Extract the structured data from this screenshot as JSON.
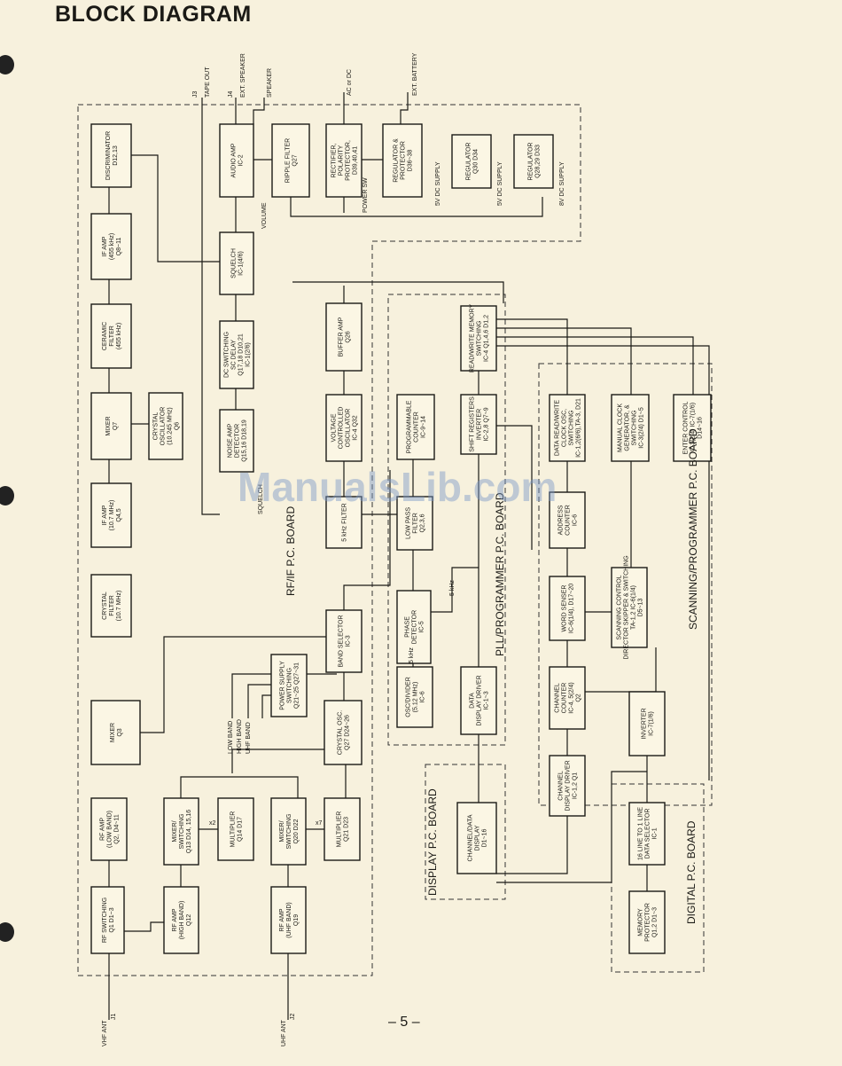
{
  "title": "BLOCK DIAGRAM",
  "page_number": "– 5 –",
  "watermark": "ManualsLib.com",
  "boards": {
    "rf_if": "RF/IF P.C. BOARD",
    "pll": "PLL/PROGRAMMER P.C. BOARD",
    "scanning": "SCANNING/PROGRAMMER P.C. BOARD",
    "display": "DISPLAY P.C. BOARD",
    "digital": "DIGITAL P.C. BOARD"
  },
  "blocks": {
    "discriminator": [
      "DISCRIMINATOR",
      "D12,13"
    ],
    "if_amp_455": [
      "IF AMP",
      "(455 kHz)",
      "Q8~11"
    ],
    "ceramic_filter": [
      "CERAMIC",
      "FILTER",
      "(455 kHz)"
    ],
    "mixer_q7": [
      "MIXER",
      "Q7"
    ],
    "crystal_osc": [
      "CRYSTAL",
      "OSCILLATOR",
      "(10.245 MHz)",
      "Q6"
    ],
    "if_amp_107": [
      "IF AMP",
      "(10.7 MHz)",
      "Q4,5"
    ],
    "crystal_filter": [
      "CRYSTAL",
      "FILTER",
      "(10.7 MHz)"
    ],
    "mixer_q3": [
      "MIXER",
      "Q3"
    ],
    "rf_amp_low": [
      "RF AMP",
      "(LOW BAND)",
      "Q2, D4~11"
    ],
    "rf_switching": [
      "RF SWITCHING",
      "Q1 D1~3"
    ],
    "rf_amp_high": [
      "RF AMP",
      "(HIGH BAND)",
      "Q12"
    ],
    "mixer_switching_1": [
      "MIXER/",
      "SWITCHING",
      "Q13 D14, 15,16"
    ],
    "multiplier_q14": [
      "MULTIPLIER",
      "Q14 D17"
    ],
    "mixer_switching_2": [
      "MIXER/",
      "SWITCHING",
      "Q20 D22"
    ],
    "multiplier_q21": [
      "MULTIPLIER",
      "Q21 D23"
    ],
    "rf_amp_uhf": [
      "RF AMP",
      "(UHF BAND)",
      "Q19"
    ],
    "audio_amp": [
      "AUDIO AMP",
      "IC-2"
    ],
    "ripple_filter": [
      "RIPPLE FILTER",
      "Q27"
    ],
    "rectifier": [
      "RECTIFIER,",
      "POLARITY",
      "PROTECTOR,",
      "D39,40,41"
    ],
    "regulator_1": [
      "REGULATOR &",
      "PROTECTOR",
      "D36~38"
    ],
    "regulator_2": [
      "REGULATOR",
      "Q30 D34"
    ],
    "regulator_3": [
      "REGULATOR",
      "Q28,29 D33"
    ],
    "squelch": [
      "SQUELCH",
      "IC-1(4/6)"
    ],
    "dc_switching": [
      "DC SWITCHING",
      "SC DELAY",
      "Q17,18 D10,21",
      "IC-1(2/6)"
    ],
    "noise_amp": [
      "NOISE AMP",
      "DETECTOR",
      "Q15,16 D18,19"
    ],
    "buffer_amp": [
      "BUFFER AMP",
      "Q26"
    ],
    "vco": [
      "VOLTAGE",
      "CONTROLLED",
      "OSCILLATOR",
      "IC-4 Q32"
    ],
    "filter_5khz": [
      "5 kHz FILTER"
    ],
    "band_selector": [
      "BAND SELECTOR",
      "IC-3"
    ],
    "power_supply_switching": [
      "POWER SUPPLY",
      "SWITCHING",
      "Q21~25 Q27~31"
    ],
    "crystal_osc_q2": [
      "CRYSTAL OSC.",
      "Q27 D24~26"
    ],
    "programmable_counter": [
      "PROGRAMMABLE",
      "COUNTER",
      "IC-9~14"
    ],
    "low_pass_filter": [
      "LOW PASS",
      "FILTER",
      "Q2,3,6"
    ],
    "phase_detector": [
      "PHASE",
      "DETECTOR",
      "IC-5"
    ],
    "osc_divider": [
      "OSC/DIVIDER",
      "(5.12 MHz)",
      "IC-6"
    ],
    "rw_memory_switching": [
      "READ/WRITE MEMORY",
      "SWITCHING",
      "IC-4 Q1,4,6 D1,2"
    ],
    "shift_registers": [
      "SHIFT REGISTERS",
      "INVERTER",
      "IC-2,8 Q7~9"
    ],
    "data_display_driver": [
      "DATA",
      "DISPLAY DRIVER",
      "IC-1~3"
    ],
    "data_rw_clock": [
      "DATA READ/WRITE",
      "CLOCK OSC,",
      "SWITCHING",
      "IC-1,2(6/6),TA-3, D21"
    ],
    "manual_clock": [
      "MANUAL CLOCK",
      "GENERATOR, &",
      "SWITCHING",
      "IC-3(2/4) D1~5"
    ],
    "enter_control": [
      "ENTER CONTROL",
      "IC-3(2/4) IC-7(1/6)",
      "D14~16"
    ],
    "address_counter": [
      "ADDRESS",
      "COUNTER",
      "IC-6"
    ],
    "word_sensor": [
      "WORD SENSER",
      "IC-6(1/4), D17~20"
    ],
    "scanning_control": [
      "SCANNING CONTROL",
      "DIRECTOR SKIPPER & SWITCHING",
      "TA-1,2 IC-6(1/4)",
      "D5~13"
    ],
    "channel_counter": [
      "CHANNEL",
      "COUNTER",
      "IC-4, 5(2/4)",
      "Q2"
    ],
    "inverter": [
      "INVERTER",
      "IC-7(1/6)"
    ],
    "channel_display_driver": [
      "CHANNEL",
      "DISPLAY DRIVER",
      "IC-1,2 Q1"
    ],
    "channel_data_display": [
      "CHANNEL/DATA",
      "DISPLAY",
      "D1~16"
    ],
    "line_selector": [
      "16 LINE TO 1 LINE",
      "DATA SELECTOR",
      "IC-1"
    ],
    "memory_protector": [
      "MEMORY",
      "PROTECTOR",
      "Q1,2 D1~3"
    ]
  },
  "labels": {
    "j3": "J3",
    "tape_out": "TAPE OUT",
    "j4": "J4",
    "ext_speaker": "EXT. SPEAKER",
    "speaker": "SPEAKER",
    "ac_dc": "AC or DC",
    "ext_battery": "EXT. BATTERY",
    "supply_5v_a": "5V DC SUPPLY",
    "supply_5v_b": "5V DC SUPPLY",
    "supply_8v": "8V DC SUPPLY",
    "volume": "VOLUME",
    "power_sw": "POWER SW",
    "squelch_pot": "SQUELCH",
    "x2": "x2",
    "x7": "x7",
    "low_band": "LOW BAND",
    "high_band": "HIGH BAND",
    "uhf_band": "UHF BAND",
    "5khz_a": "5 kHz",
    "5khz_b": "5 kHz",
    "vhf_ant": "VHF ANT",
    "j1": "J1",
    "uhf_ant": "UHF ANT",
    "j2": "J2"
  }
}
